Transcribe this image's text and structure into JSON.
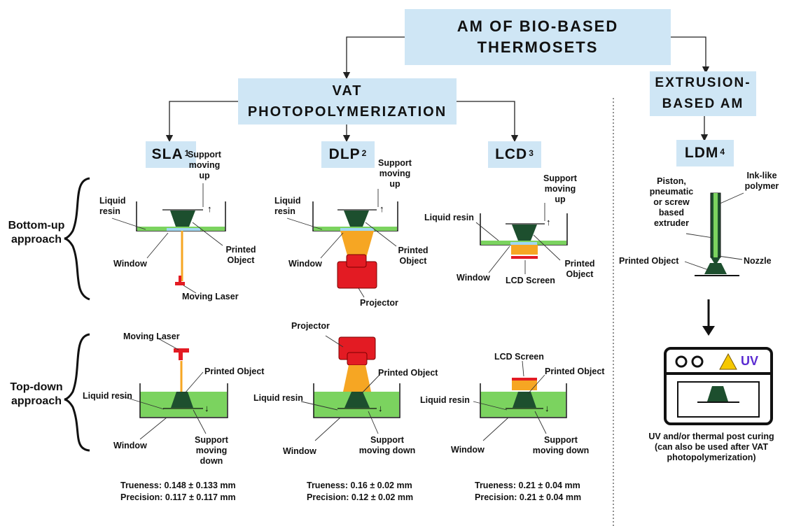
{
  "root": {
    "line1": "AM OF BIO-BASED",
    "line2": "THERMOSETS"
  },
  "vat": {
    "line1": "VAT",
    "line2": "PHOTOPOLYMERIZATION"
  },
  "extrusion": {
    "line1": "EXTRUSION-",
    "line2": "BASED AM"
  },
  "methods": {
    "sla": {
      "name": "SLA",
      "ref": "1"
    },
    "dlp": {
      "name": "DLP",
      "ref": "2"
    },
    "lcd": {
      "name": "LCD",
      "ref": "3"
    },
    "ldm": {
      "name": "LDM",
      "ref": "4"
    }
  },
  "approaches": {
    "bottom_up": [
      "Bottom-up",
      "approach"
    ],
    "top_down": [
      "Top-down",
      "approach"
    ]
  },
  "labels": {
    "liquid_resin_2l": [
      "Liquid",
      "resin"
    ],
    "liquid_resin": "Liquid resin",
    "support_up": [
      "Support",
      "moving",
      "up"
    ],
    "support_down": [
      "Support",
      "moving down"
    ],
    "printed_object_2l": [
      "Printed",
      "Object"
    ],
    "printed_object": "Printed Object",
    "window": "Window",
    "moving_laser": "Moving Laser",
    "projector": "Projector",
    "lcd_screen": "LCD Screen",
    "piston": [
      "Piston,",
      "pneumatic",
      "or screw",
      "based",
      "extruder"
    ],
    "ink": [
      "Ink-like",
      "polymer"
    ],
    "nozzle": "Nozzle",
    "uv": "UV",
    "post_curing": [
      "UV and/or thermal post curing",
      "(can also be used after VAT",
      "photopolymerization)"
    ]
  },
  "stats": {
    "sla": {
      "trueness": "Trueness: 0.148 ± 0.133 mm",
      "precision": "Precision:  0.117 ± 0.117 mm"
    },
    "dlp": {
      "trueness": "Trueness: 0.16 ± 0.02 mm",
      "precision": "Precision:  0.12 ± 0.02 mm"
    },
    "lcd": {
      "trueness": "Trueness: 0.21 ± 0.04 mm",
      "precision": "Precision:  0.21 ± 0.04 mm"
    }
  },
  "colors": {
    "box": "#cfe6f5",
    "resin": "#7bd35f",
    "object": "#1d4f2e",
    "beam": "#f6a623",
    "laser": "#e31b23",
    "uv_text": "#5a2bd1"
  }
}
